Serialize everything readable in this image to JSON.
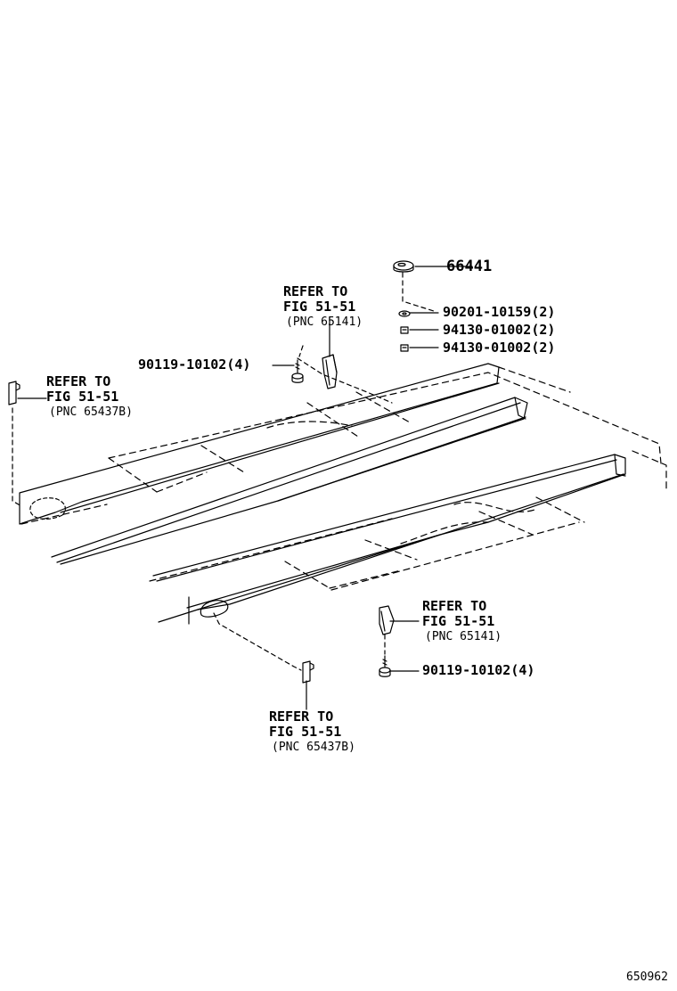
{
  "parts": {
    "p66441": "66441",
    "p90201": "90201-10159(2)",
    "p94130a": "94130-01002(2)",
    "p94130b": "94130-01002(2)",
    "bolt_top": "90119-10102(4)",
    "bolt_bottom": "90119-10102(4)"
  },
  "refs": {
    "top_center": {
      "line1": "REFER TO",
      "line2": "FIG 51-51",
      "line3": "(PNC 65141)"
    },
    "left": {
      "line1": "REFER TO",
      "line2": "FIG 51-51",
      "line3": "(PNC 65437B)"
    },
    "bottom_right": {
      "line1": "REFER TO",
      "line2": "FIG 51-51",
      "line3": "(PNC 65141)"
    },
    "bottom_center": {
      "line1": "REFER TO",
      "line2": "FIG 51-51",
      "line3": "(PNC 65437B)"
    }
  },
  "illustration_number": "650962"
}
